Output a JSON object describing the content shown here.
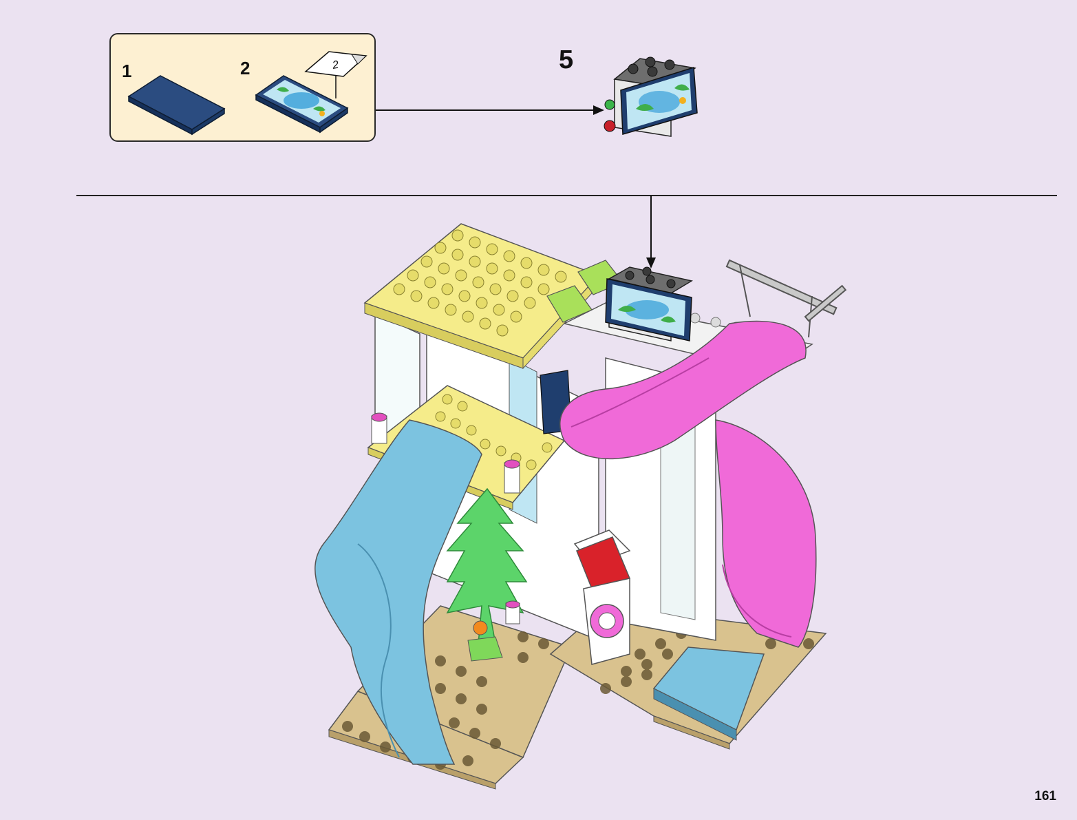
{
  "callout": {
    "sub_step_1": "1",
    "sub_step_2": "2",
    "sticker_number": "2"
  },
  "step": {
    "number": "5"
  },
  "page": {
    "number": "161"
  },
  "colors": {
    "background": "#ebe2f1",
    "callout_bg": "#fdf0d2",
    "dark_blue_tile": "#1f3e6e",
    "light_blue_slide": "#7cc3e0",
    "pink_slide": "#f06ad8",
    "yellow_plate": "#f5ec8a",
    "tan_base": "#d9c28e",
    "green_tree": "#5cd46a",
    "red_chair": "#d9222a"
  },
  "icons": [
    "sticker-icon",
    "arrow-right-icon",
    "arrow-down-icon"
  ]
}
